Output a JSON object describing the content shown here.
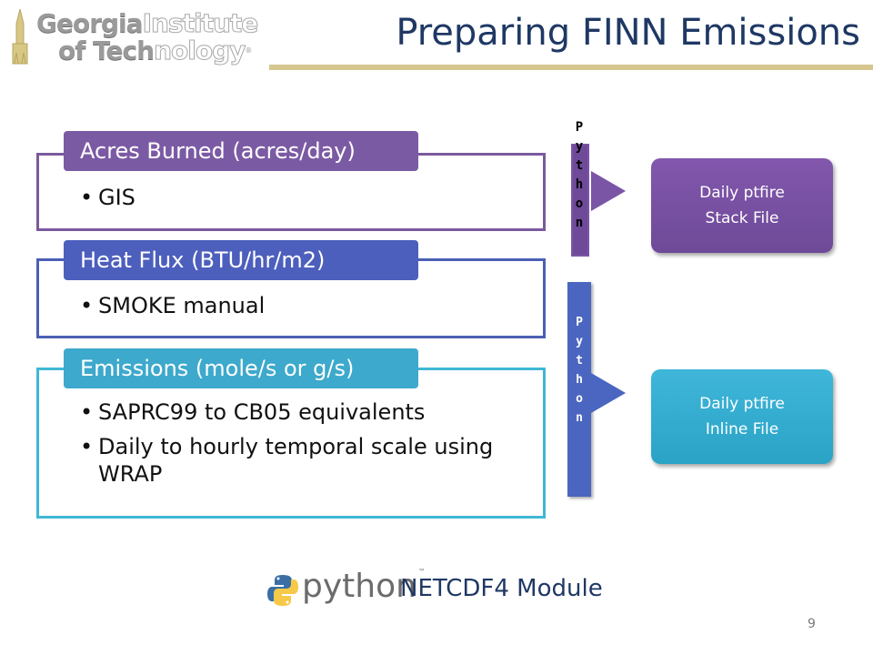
{
  "header": {
    "logo_line1_bold": "Georgia",
    "logo_line1_light": "Institute",
    "logo_line2_bold": "of Tech",
    "logo_line2_light": "nology",
    "title": "Preparing FINN Emissions"
  },
  "blocks": [
    {
      "label": "Acres Burned (acres/day)",
      "bullets": [
        "GIS"
      ]
    },
    {
      "label": "Heat Flux (BTU/hr/m2)",
      "bullets": [
        "SMOKE manual"
      ]
    },
    {
      "label": "Emissions (mole/s or g/s)",
      "bullets": [
        "SAPRC99 to CB05 equivalents",
        "Daily to hourly temporal scale using WRAP"
      ]
    }
  ],
  "python_bars": [
    {
      "letters": [
        "P",
        "y",
        "t",
        "h",
        "o",
        "n"
      ]
    },
    {
      "letters": [
        "P",
        "y",
        "t",
        "h",
        "o",
        "n"
      ]
    }
  ],
  "outputs": [
    {
      "line1": "Daily ptfire",
      "line2": "Stack File",
      "color": "#7b55a8"
    },
    {
      "line1": "Daily ptfire",
      "line2": "Inline File",
      "color": "#33abd0"
    }
  ],
  "footer": {
    "python_word": "python",
    "python_tm": "™",
    "module_label": "NETCDF4 Module",
    "page_number": "9"
  },
  "colors": {
    "title": "#1f3864",
    "rule": "#d6c690",
    "purple": "#7b5aa4",
    "blue": "#4d5fbd",
    "cyan": "#3da9cc"
  }
}
